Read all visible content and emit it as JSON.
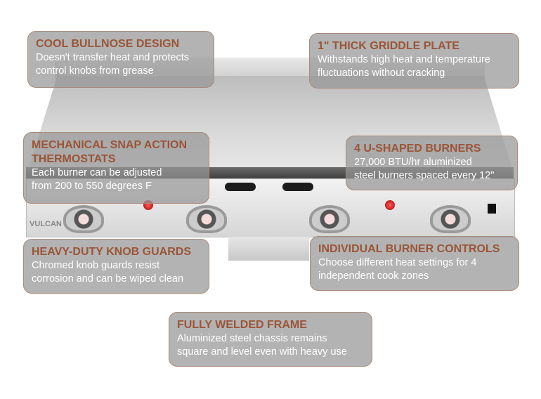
{
  "product": {
    "brand": "VULCAN"
  },
  "callouts": [
    {
      "title": "COOL BULLNOSE DESIGN",
      "lines": [
        "Doesn't transfer heat and protects",
        "control knobs from grease"
      ]
    },
    {
      "title": "1\" THICK GRIDDLE PLATE",
      "lines": [
        "Withstands high heat and temperature",
        "fluctuations without cracking"
      ]
    },
    {
      "title": "MECHANICAL SNAP ACTION THERMOSTATS",
      "lines": [
        "Each burner can be adjusted",
        "from 200 to 550 degrees F"
      ]
    },
    {
      "title": "4 U-SHAPED BURNERS",
      "lines": [
        "27,000 BTU/hr aluminized",
        "steel burners spaced every 12\""
      ]
    },
    {
      "title": "HEAVY-DUTY KNOB GUARDS",
      "lines": [
        "Chromed knob guards resist",
        "corrosion and can be wiped clean"
      ]
    },
    {
      "title": "INDIVIDUAL BURNER CONTROLS",
      "lines": [
        "Choose different heat settings for 4",
        "independent cook zones"
      ]
    },
    {
      "title": "FULLY WELDED FRAME",
      "lines": [
        "Aluminized steel chassis remains",
        "square and level even with heavy use"
      ]
    }
  ],
  "colors": {
    "title": "#9b5537",
    "body": "#ffffff",
    "box": "#969696"
  }
}
